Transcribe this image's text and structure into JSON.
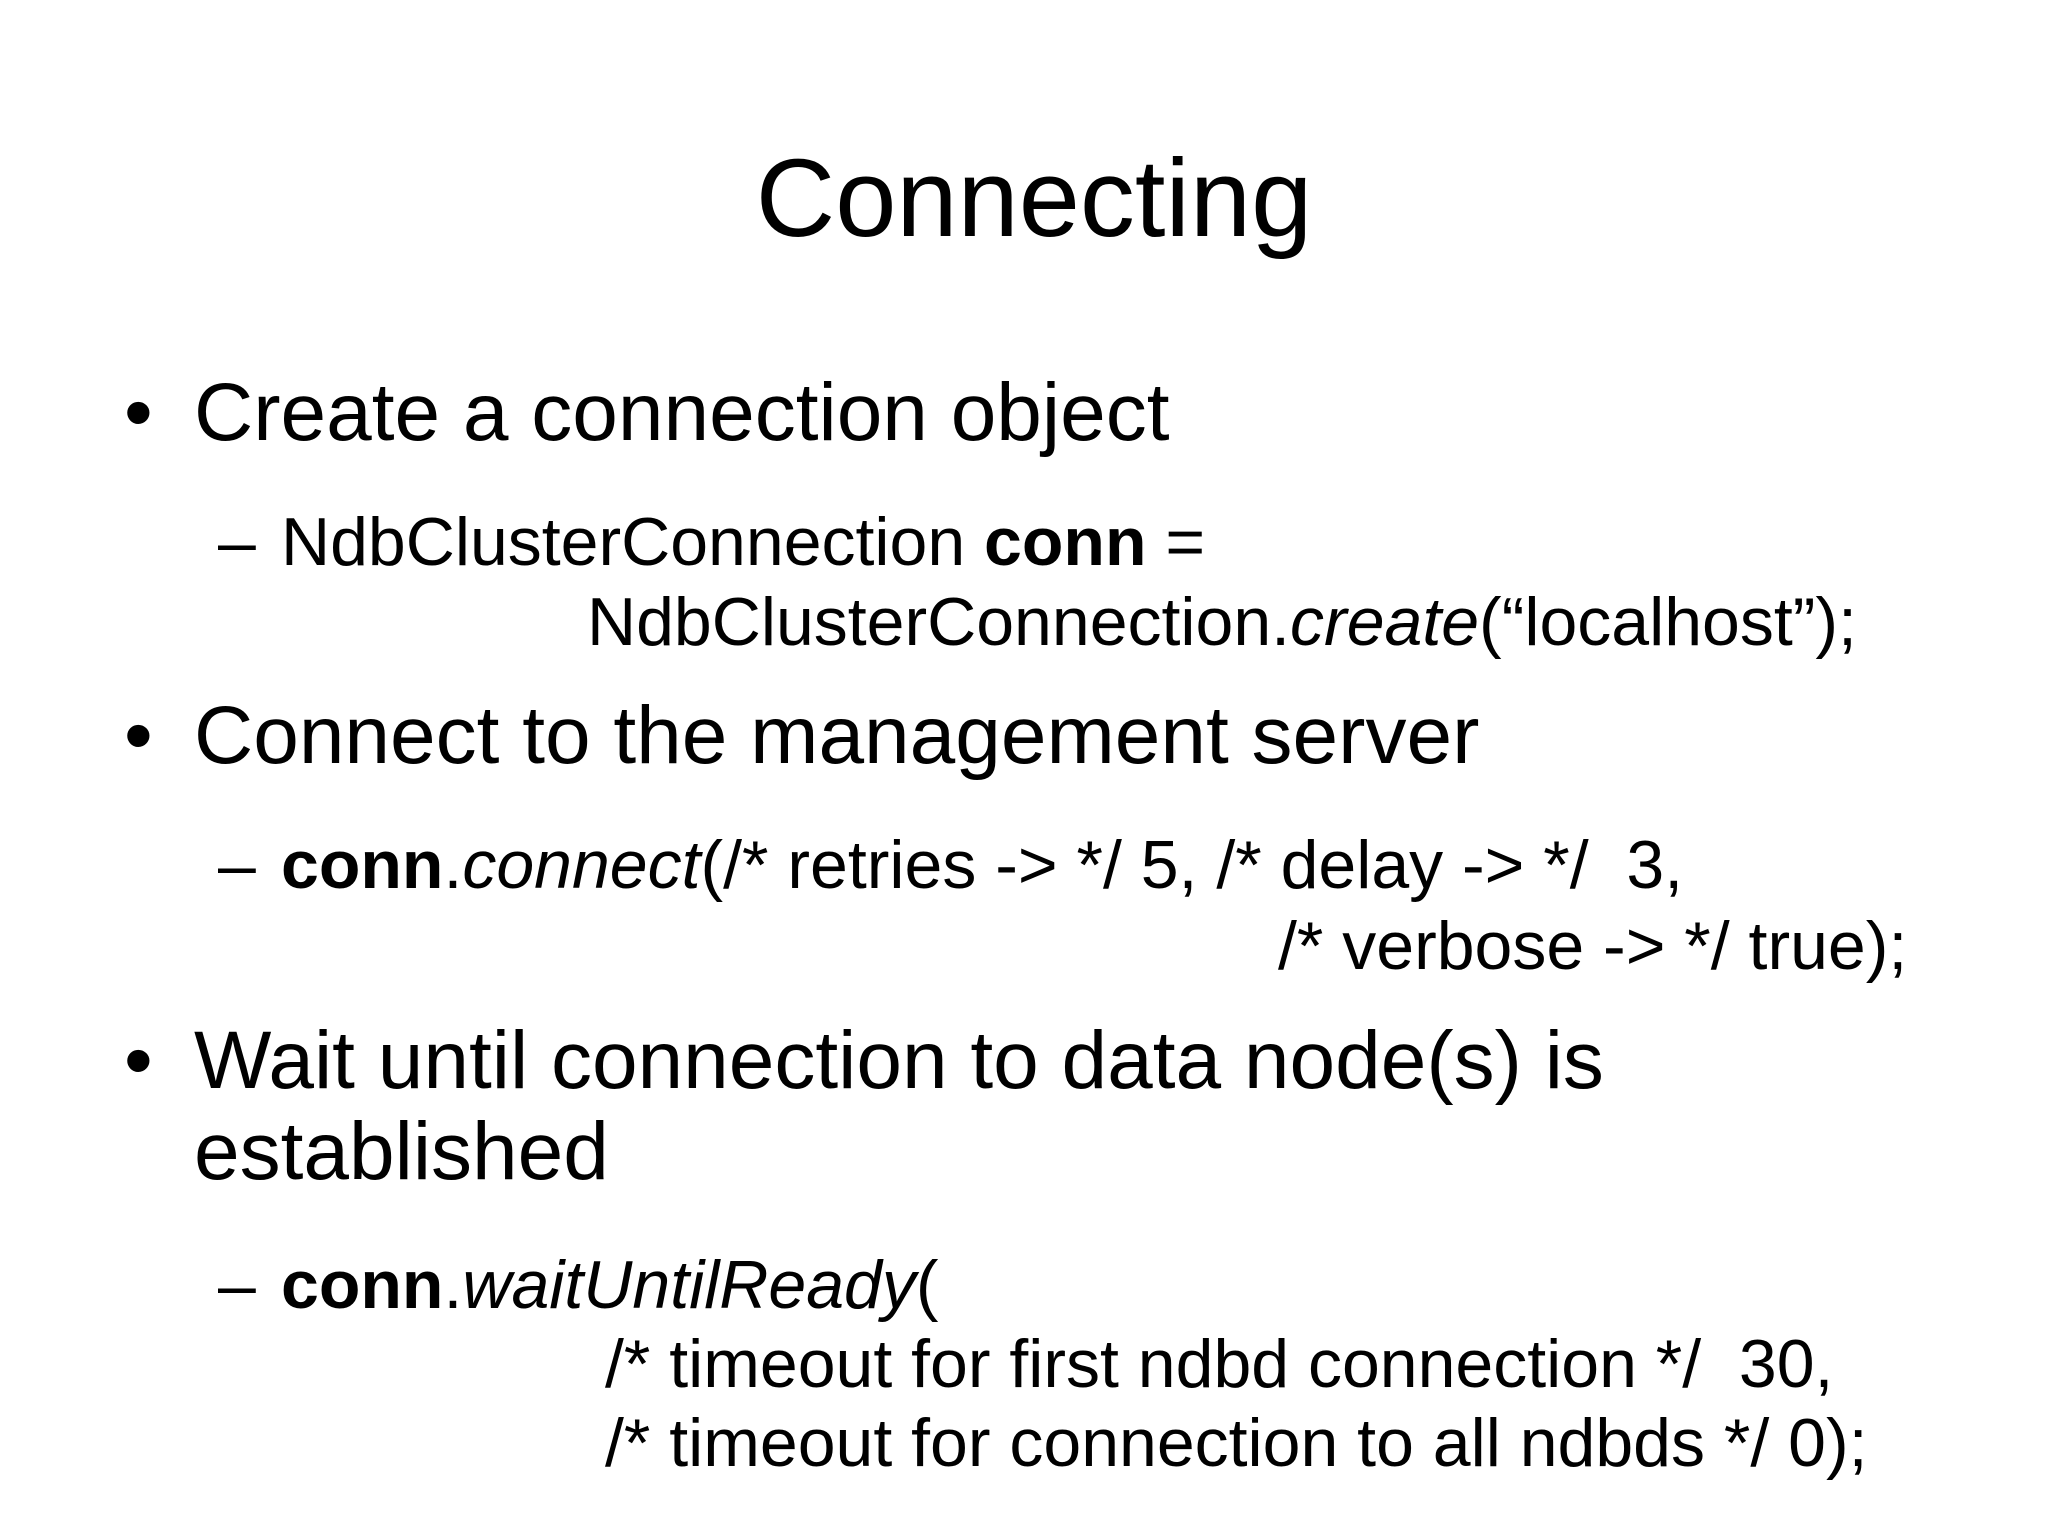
{
  "title": "Connecting",
  "bullet_marker": "•",
  "sub_marker": "–",
  "bullets": [
    {
      "text": "Create a connection object",
      "sub": {
        "l1_a": "NdbClusterConnection ",
        "l1_b": "conn",
        "l1_c": " =",
        "l2_a": "NdbClusterConnection.",
        "l2_b": "create",
        "l2_c": "(“localhost”);"
      }
    },
    {
      "text": "Connect to the management server",
      "sub": {
        "l1_a": "conn",
        "l1_b": ".",
        "l1_c": "connect",
        "l1_d": "(/* retries -> */ 5, /* delay -> */  3,",
        "l2": "/* verbose -> */ true);"
      }
    },
    {
      "text_l1": "Wait until connection to data node(s) is",
      "text_l2": "established",
      "sub": {
        "l1_a": "conn",
        "l1_b": ".",
        "l1_c": "waitUntilReady",
        "l1_d": "(",
        "l2": "/* timeout for first ndbd connection */  30,",
        "l3": "/* timeout for connection to all ndbds */ 0);"
      }
    }
  ]
}
